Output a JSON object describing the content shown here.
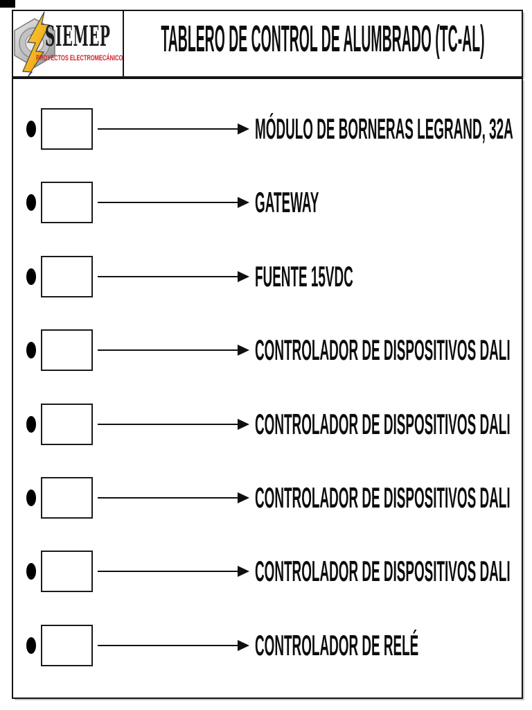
{
  "page": {
    "header": {
      "title": "TABLERO DE CONTROL DE ALUMBRADO (TC-AL)",
      "logo": {
        "brand": "SIEMEP",
        "tagline": "PROYECTOS ELECTROMECÁNICOS",
        "icons": [
          "hex-nut-icon",
          "lightning-bolt-icon"
        ],
        "brand_color": "#1b1b1b",
        "tagline_color": "#d42027",
        "bolt_color": "#f2b01e",
        "nut_color": "#b5b5b5"
      }
    },
    "items": [
      {
        "label": "MÓDULO DE BORNERAS LEGRAND, 32A"
      },
      {
        "label": "GATEWAY"
      },
      {
        "label": "FUENTE 15VDC"
      },
      {
        "label": "CONTROLADOR DE DISPOSITIVOS DALI"
      },
      {
        "label": "CONTROLADOR DE DISPOSITIVOS DALI"
      },
      {
        "label": "CONTROLADOR DE DISPOSITIVOS DALI"
      },
      {
        "label": "CONTROLADOR DE DISPOSITIVOS DALI"
      },
      {
        "label": "CONTROLADOR DE RELÉ"
      }
    ],
    "colors": {
      "ink": "#111111",
      "paper": "#ffffff",
      "border": "#141414"
    }
  }
}
